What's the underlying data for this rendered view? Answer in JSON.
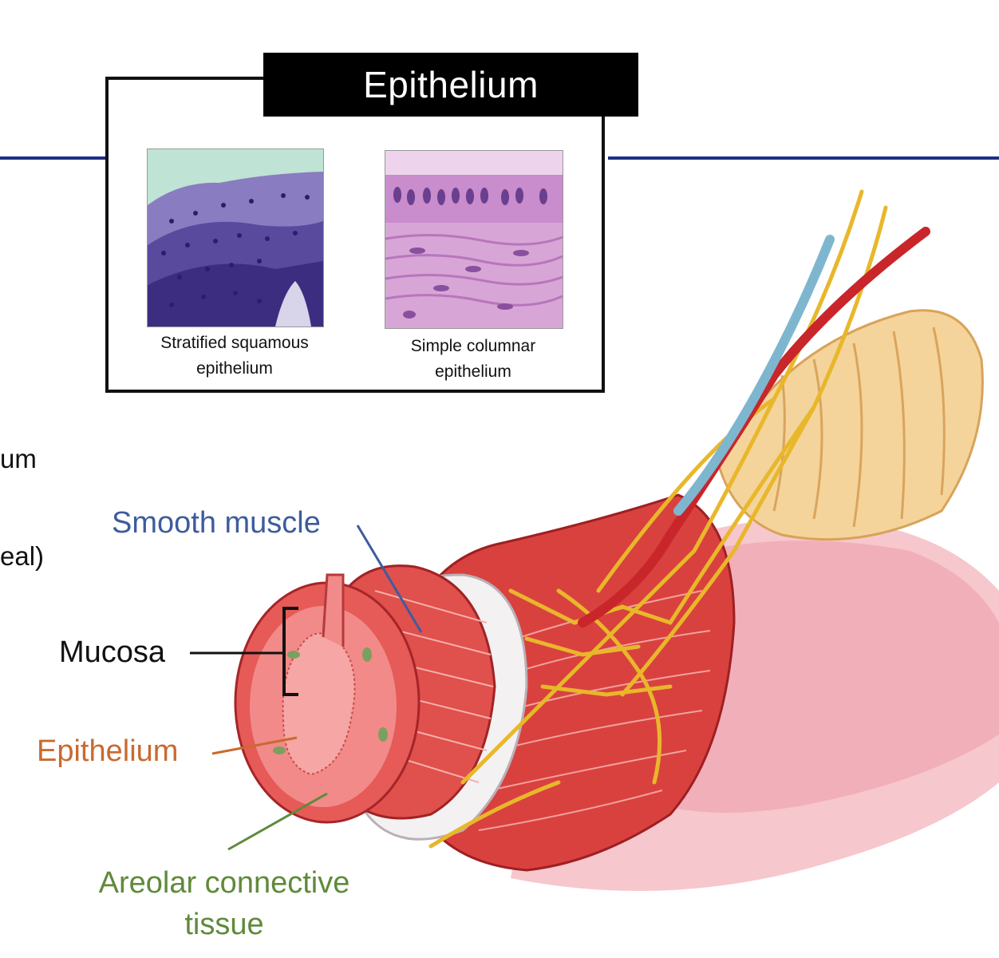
{
  "inset": {
    "title": "Epithelium",
    "images": [
      {
        "caption_line1": "Stratified squamous",
        "caption_line2": "epithelium"
      },
      {
        "caption_line1": "Simple columnar",
        "caption_line2": "epithelium"
      }
    ]
  },
  "side_fragments": [
    "um",
    "eal)"
  ],
  "labels": {
    "smooth_muscle": "Smooth muscle",
    "mucosa": "Mucosa",
    "epithelium": "Epithelium",
    "areolar_line1": "Areolar connective",
    "areolar_line2": "tissue"
  },
  "colors": {
    "header_line": "#1f2f86",
    "smooth_muscle_label": "#3d5c9e",
    "epithelium_label": "#c96a30",
    "areolar_label": "#5f8a3a",
    "muscle_red": "#d9413f",
    "nerve_yellow": "#e8b72a",
    "fat_tan": "#f4d49a"
  }
}
